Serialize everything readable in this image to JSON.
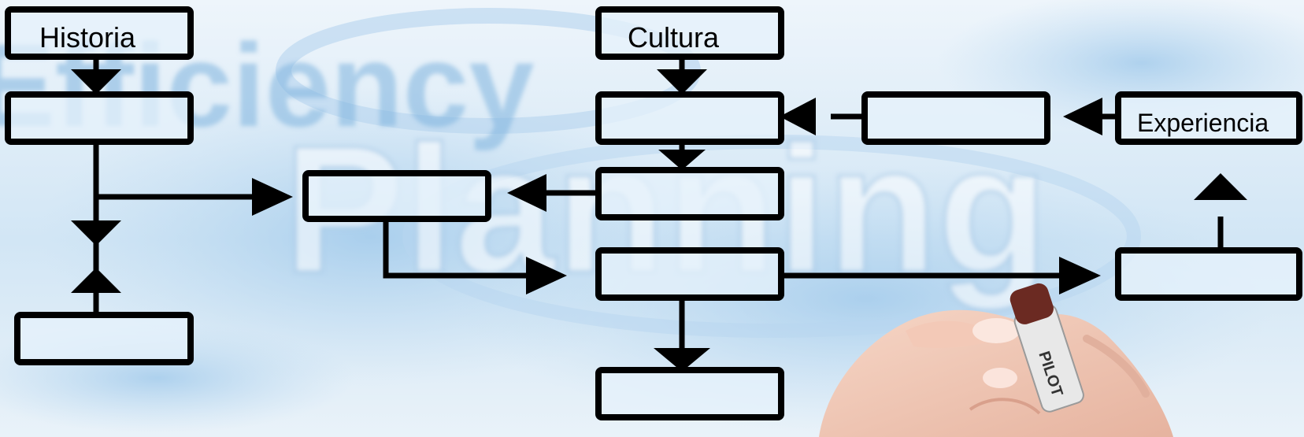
{
  "diagram": {
    "nodes": [
      {
        "id": "historia",
        "label": "Historia"
      },
      {
        "id": "historia-child",
        "label": ""
      },
      {
        "id": "historia-bottom",
        "label": ""
      },
      {
        "id": "mid-left",
        "label": ""
      },
      {
        "id": "cultura",
        "label": "Cultura"
      },
      {
        "id": "center-1",
        "label": ""
      },
      {
        "id": "center-2",
        "label": ""
      },
      {
        "id": "center-3",
        "label": ""
      },
      {
        "id": "center-bottom",
        "label": ""
      },
      {
        "id": "right-mid",
        "label": ""
      },
      {
        "id": "experiencia",
        "label": "Experiencia"
      },
      {
        "id": "right-bottom",
        "label": ""
      }
    ],
    "edges": [
      {
        "from": "historia",
        "to": "historia-child"
      },
      {
        "from": "historia-child",
        "to": "mid-left"
      },
      {
        "from": "historia-bottom",
        "to": "historia-child"
      },
      {
        "from": "cultura",
        "to": "center-1"
      },
      {
        "from": "center-1",
        "to": "center-2"
      },
      {
        "from": "center-2",
        "to": "mid-left"
      },
      {
        "from": "mid-left",
        "to": "center-3"
      },
      {
        "from": "center-3",
        "to": "center-bottom"
      },
      {
        "from": "center-3",
        "to": "right-bottom"
      },
      {
        "from": "right-bottom",
        "to": "experiencia"
      },
      {
        "from": "experiencia",
        "to": "right-mid"
      },
      {
        "from": "right-mid",
        "to": "center-1"
      }
    ]
  },
  "background": {
    "watermark_words": [
      "Efficiency",
      "Planning"
    ],
    "colors": {
      "sky": "#dcebf7",
      "blob": "#a9cdea",
      "deep": "#7fb3de",
      "box_fill": "#e6f2fb",
      "stroke": "#000000"
    },
    "hand": {
      "icon": "hand-holding-marker-icon",
      "marker_text": "PILOT"
    }
  }
}
